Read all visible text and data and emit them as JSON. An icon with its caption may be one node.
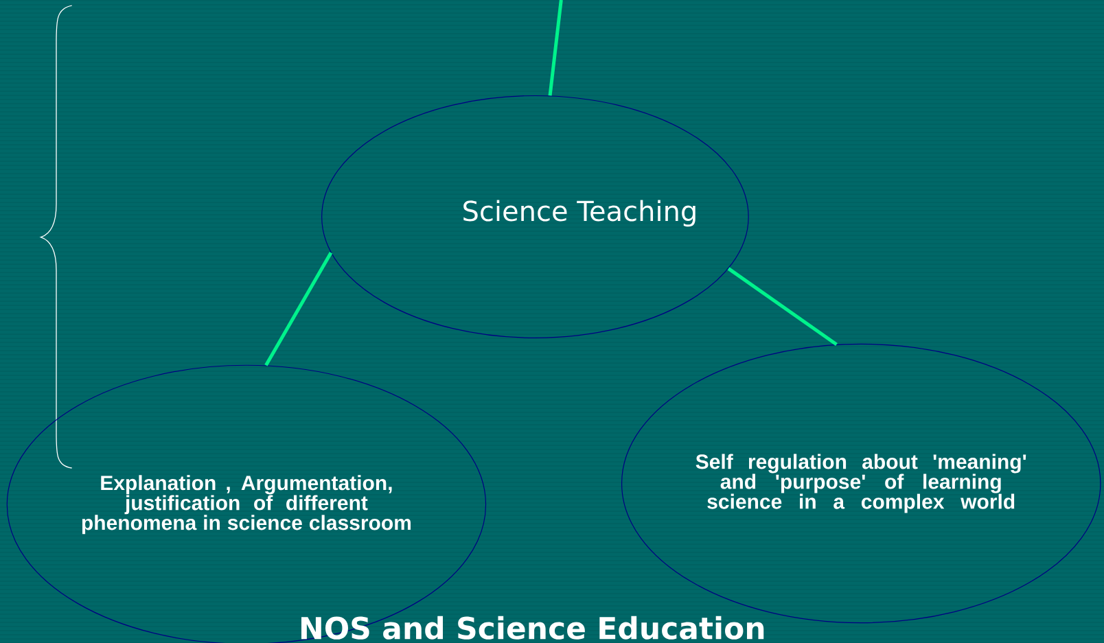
{
  "diagram": {
    "title": "NOS and Science Education",
    "nodes": [
      {
        "text": [
          "Science Teaching"
        ]
      },
      {
        "text": [
          "Explanation , Argumentation, justification of different phenomena in science classroom"
        ]
      },
      {
        "text": [
          "Self regulation about  'meaning' and 'purpose' of learning science in a complex world"
        ]
      }
    ],
    "edges": [
      {
        "from": null,
        "to": 0,
        "arrow": "none"
      },
      {
        "from": 0,
        "to": 1,
        "arrow": "none"
      },
      {
        "from": 0,
        "to": 2,
        "arrow": "none"
      }
    ]
  }
}
